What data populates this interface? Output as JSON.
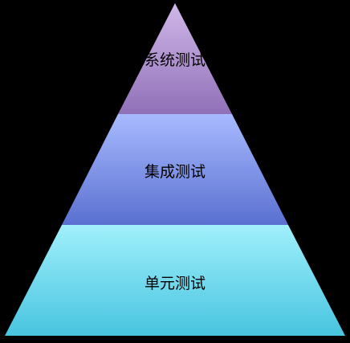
{
  "diagram": {
    "type": "pyramid",
    "background": "#000000",
    "tiers": [
      {
        "label": "系统测试",
        "gradient_top": "#d0b8e8",
        "gradient_bottom": "#9070b8"
      },
      {
        "label": "集成测试",
        "gradient_top": "#a8baff",
        "gradient_bottom": "#5a70d0"
      },
      {
        "label": "单元测试",
        "gradient_top": "#a0f0fb",
        "gradient_bottom": "#48c4e0"
      }
    ]
  }
}
